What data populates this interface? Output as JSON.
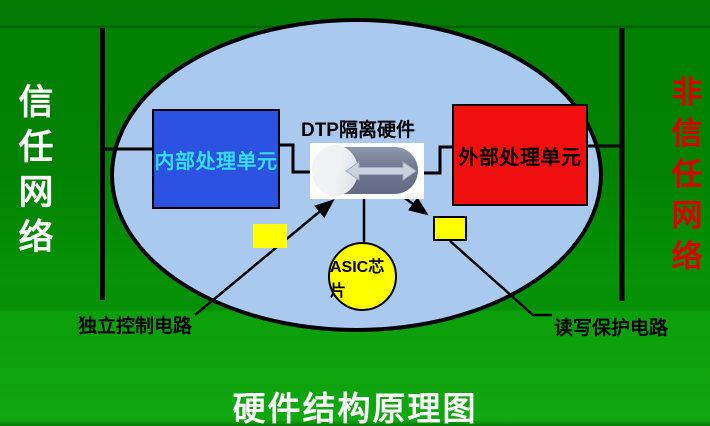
{
  "slide": {
    "title": "硬件结构原理图"
  },
  "networks": {
    "trusted": "信任网络",
    "untrusted": "非信任网络"
  },
  "diagram": {
    "internal_unit": "内部处理单元",
    "external_unit": "外部处理单元",
    "dtp_hardware": "DTP隔离硬件",
    "asic_chip": "ASIC芯片",
    "control_circuit": "独立控制电路",
    "rw_circuit": "读写保护电路"
  },
  "icons": {
    "bidirectional_arrow": "left-right-arrow-icon"
  },
  "colors": {
    "background_green_top": "#047c04",
    "background_green_bottom": "#12a812",
    "ellipse_fill": "#a9c9ef",
    "internal_box": "#2b52e0",
    "internal_text": "#35dcf2",
    "external_box": "#ef0f0f",
    "highlight_yellow": "#ffff00",
    "trusted_text": "#ffffff",
    "untrusted_text": "#dd0000",
    "cylinder_body": "#6f768d",
    "cylinder_arrow": "#c9d2df",
    "line_black": "#000000"
  }
}
